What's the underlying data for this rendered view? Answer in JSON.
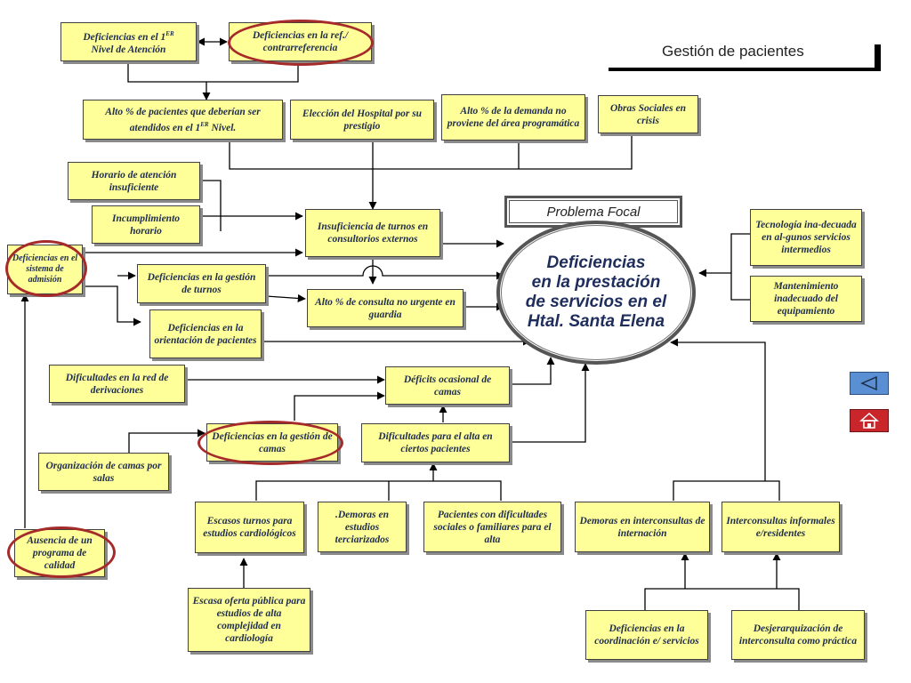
{
  "header": {
    "title": "Gestión de pacientes"
  },
  "focal": {
    "tag": "Problema Focal",
    "line1": "Deficiencias",
    "line2": "en la prestación",
    "line3": "de servicios en el",
    "line4": "Htal. Santa Elena"
  },
  "boxes": {
    "def_nivel1_a": "Deficiencias en el 1",
    "def_nivel1_sup": "ER",
    "def_nivel1_b": "Nivel de Atención",
    "def_ref": "Deficiencias en la ref./ contrarreferencia",
    "alto_pacientes_a": "Alto % de pacientes que deberían ser atendidos en el 1",
    "alto_pacientes_sup": "ER",
    "alto_pacientes_b": " Nivel.",
    "eleccion_hospital": "Elección del Hospital por su prestigio",
    "alto_demanda": "Alto % de la demanda no proviene del área programática",
    "obras_sociales": "Obras Sociales en crisis",
    "horario_insuficiente": "Horario de atención insuficiente",
    "incumplimiento_horario": "Incumplimiento horario",
    "insuficiencia_turnos": "Insuficiencia de turnos en consultorios externos",
    "def_sistema_admision": "Deficiencias en el sistema de admisión",
    "def_gestion_turnos": "Deficiencias en la gestión de turnos",
    "alto_consulta": "Alto % de consulta no urgente en guardia",
    "def_orientacion": "Deficiencias en la orientación de pacientes",
    "tecnologia": "Tecnología ina-decuada en al-gunos servicios intermedios",
    "mantenimiento": "Mantenimiento inadecuado del equipamiento",
    "dificultades_red": "Dificultades en la red de derivaciones",
    "deficits_camas": "Déficits ocasional de camas",
    "def_gestion_camas": "Deficiencias en la gestión de camas",
    "dificultades_alta": "Dificultades para el alta en ciertos pacientes",
    "organizacion_camas": "Organización de camas por salas",
    "escasos_turnos": "Escasos turnos para estudios cardiológicos",
    "demoras_estudios": ".Demoras en estudios terciarizados",
    "pacientes_dificultades": "Pacientes con dificultades sociales o familiares para el alta",
    "demoras_interconsultas": "Demoras en interconsultas de internación",
    "interconsultas_informales": "Interconsultas informales e/residentes",
    "ausencia_programa": "Ausencia de un programa de calidad",
    "escasa_oferta": "Escasa oferta pública para estudios de alta complejidad en cardiología",
    "def_coordinacion": "Deficiencias en la coordinación e/ servicios",
    "desjerarquizacion": "Desjerarquización de interconsulta como práctica"
  },
  "nav": {
    "back_icon": "triangle-left",
    "home_icon": "house",
    "back_color": "#5b8fd4",
    "home_color": "#c8262b"
  },
  "colors": {
    "box_fill": "#ffff99",
    "highlight": "#a52a2a"
  }
}
